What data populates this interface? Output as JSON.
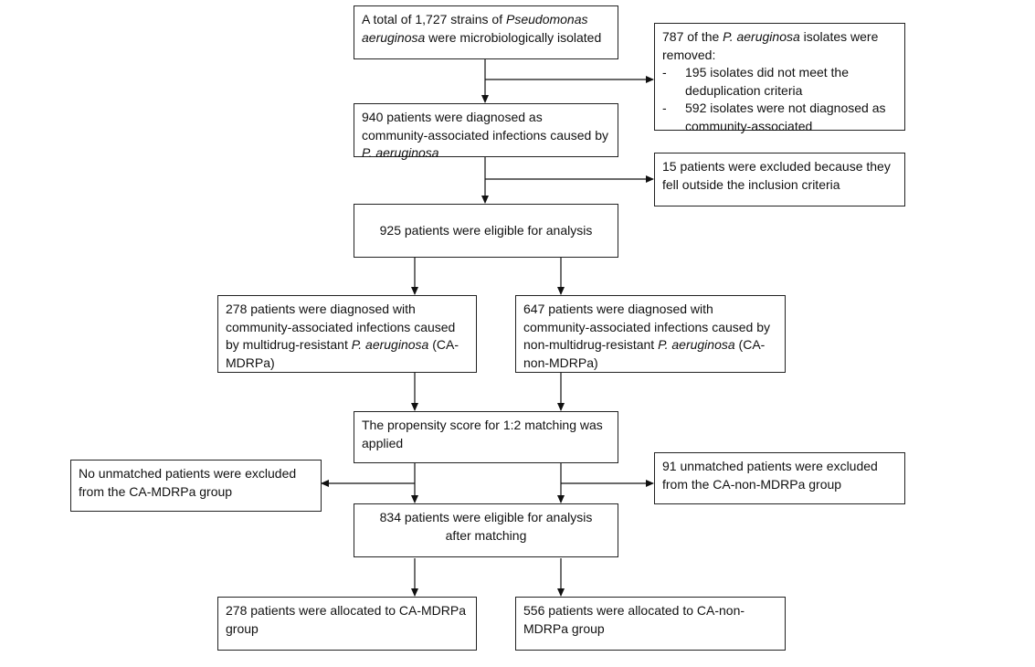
{
  "boxes": {
    "isolated": {
      "pre": "A total of 1,727 strains of ",
      "italic": "Pseudomonas aeruginosa",
      "post": " were microbiologically isolated"
    },
    "removed": {
      "pre": "787 of the ",
      "italic": "P. aeruginosa",
      "post": " isolates were removed:",
      "items": [
        {
          "bullet": "-",
          "text": "195 isolates did not meet the deduplication criteria"
        },
        {
          "bullet": "-",
          "text": "592 isolates were not diagnosed as community-associated"
        }
      ]
    },
    "diagnosed": {
      "pre": "940 patients were diagnosed as community-associated infections caused by ",
      "italic": "P. aeruginosa",
      "post": ""
    },
    "excluded": {
      "text": "15 patients were excluded because they fell outside the inclusion criteria"
    },
    "eligible": {
      "text": "925 patients were eligible for analysis"
    },
    "mdr": {
      "pre": "278 patients were diagnosed with community-associated infections caused by multidrug-resistant ",
      "italic": "P. aeruginosa",
      "post": " (CA-MDRPa)"
    },
    "nonmdr": {
      "pre": "647 patients were diagnosed with community-associated infections caused by non-multidrug-resistant ",
      "italic": "P. aeruginosa",
      "post": " (CA-non-MDRPa)"
    },
    "propensity": {
      "text": "The propensity score for 1:2 matching was applied"
    },
    "no_unmatched": {
      "text": "No unmatched patients were excluded from the CA-MDRPa group"
    },
    "unmatched": {
      "text": "91 unmatched patients were excluded from the CA-non-MDRPa group"
    },
    "eligible_after": {
      "line1": "834 patients were eligible for analysis",
      "line2": "after matching"
    },
    "alloc_mdr": {
      "text": "278 patients were allocated to CA-MDRPa group"
    },
    "alloc_nonmdr": {
      "text": "556 patients were allocated to CA-non-MDRPa group"
    }
  }
}
